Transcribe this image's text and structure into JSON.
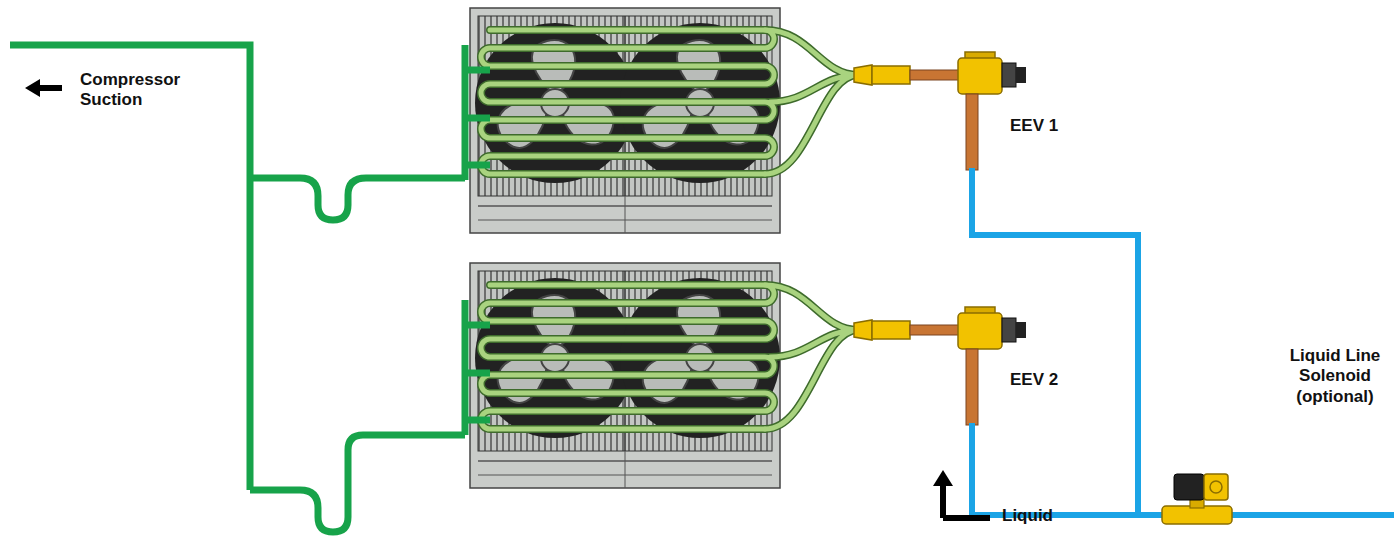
{
  "diagram": {
    "labels": [
      "Compressor Suction",
      "EEV 1",
      "EEV 2",
      "Liquid Line Solenoid (optional)",
      "Liquid"
    ]
  }
}
